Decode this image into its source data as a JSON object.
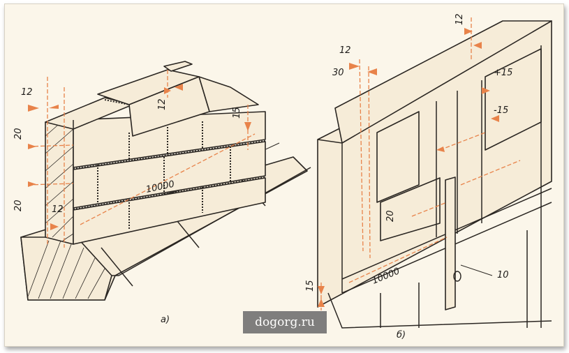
{
  "figure": {
    "a": {
      "caption": "а)",
      "dims": {
        "top_left": "12",
        "top_brick": "12",
        "right_joint": "15",
        "left_upper": "20",
        "left_lower": "20",
        "bottom_joint": "12",
        "length": "10000"
      }
    },
    "b": {
      "caption": "б)",
      "dims": {
        "top_left_1": "12",
        "top_left_2": "30",
        "top_right": "12",
        "plus": "+15",
        "minus": "-15",
        "middle": "20",
        "bottom_left": "15",
        "length": "10000",
        "callout": "10"
      }
    }
  },
  "watermark": "dogorg.ru",
  "colors": {
    "dimension": "#e8834a",
    "ink": "#2a2622",
    "paper": "#fbf6ea"
  }
}
